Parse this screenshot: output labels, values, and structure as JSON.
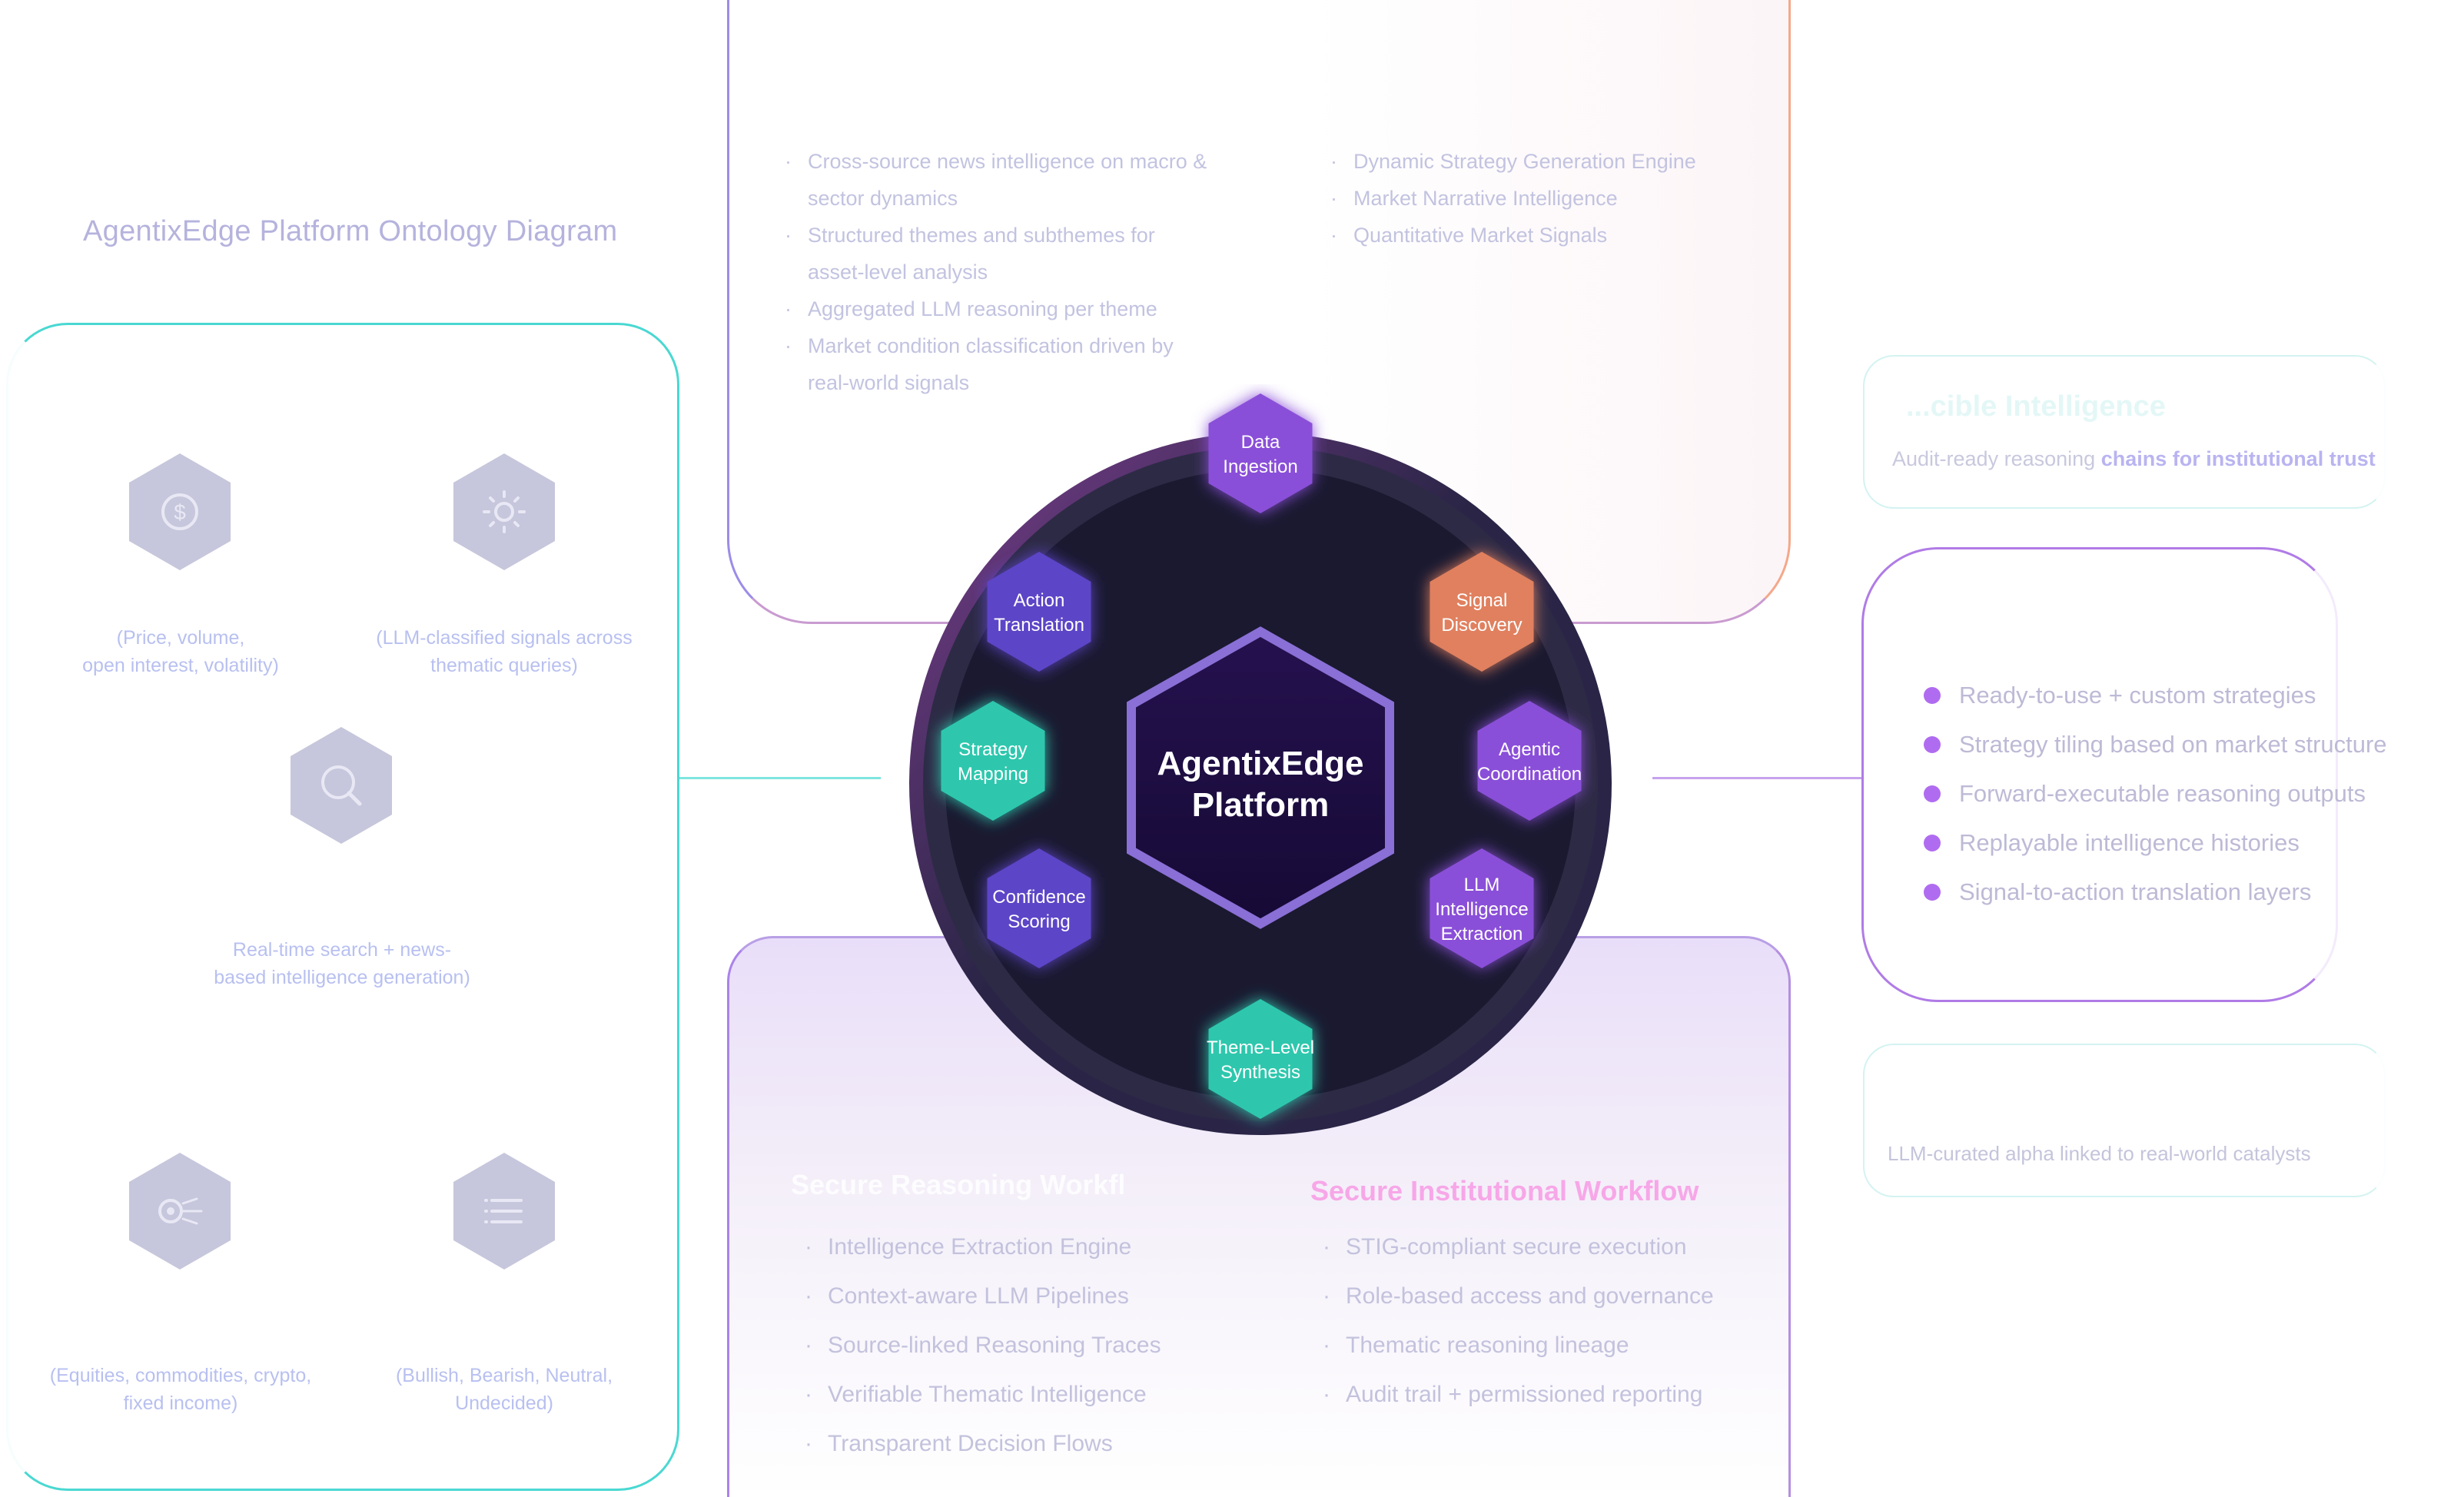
{
  "title": "AgentixEdge Platform Ontology Diagram",
  "left_panel": {
    "cards": [
      {
        "icon": "dollar-icon",
        "caption_lines": [
          "(Price, volume,",
          "open interest, volatility)"
        ]
      },
      {
        "icon": "sun-icon",
        "caption_lines": [
          "(LLM-classified signals across",
          "thematic queries)"
        ]
      },
      {
        "icon": "search-icon",
        "caption_lines": [
          "Real-time search + news-",
          "based intelligence generation)"
        ]
      },
      {
        "icon": "chip-icon",
        "caption_lines": [
          "(Equities, commodities, crypto,",
          "fixed income)"
        ]
      },
      {
        "icon": "list-icon",
        "caption_lines": [
          "(Bullish, Bearish, Neutral,",
          "Undecided)"
        ]
      }
    ]
  },
  "top_panel": {
    "left_items": [
      "Cross-source news intelligence on macro &",
      "sector dynamics",
      "Structured themes and subthemes for",
      "asset-level analysis",
      "Aggregated LLM reasoning per theme",
      "Market condition classification driven by",
      "real-world signals"
    ],
    "right_items": [
      "Dynamic Strategy Generation Engine",
      "Market Narrative Intelligence",
      "Quantitative Market Signals"
    ]
  },
  "center": {
    "title_line1": "AgentixEdge",
    "title_line2": "Platform",
    "nodes": [
      {
        "line1": "Data",
        "line2": "Ingestion",
        "color": "#8a4fd8"
      },
      {
        "line1": "Signal",
        "line2": "Discovery",
        "color": "#e0805e"
      },
      {
        "line1": "Agentic",
        "line2": "Coordination",
        "color": "#8a4fd8"
      },
      {
        "line1": "LLM",
        "line2": "Intelligence",
        "line3": "Extraction",
        "color": "#8a4fd8"
      },
      {
        "line1": "Theme-Level",
        "line2": "Synthesis",
        "color": "#2ec7ad"
      },
      {
        "line1": "Confidence",
        "line2": "Scoring",
        "color": "#5d44c7"
      },
      {
        "line1": "Strategy",
        "line2": "Mapping",
        "color": "#2ec7ad"
      },
      {
        "line1": "Action",
        "line2": "Translation",
        "color": "#5d44c7"
      }
    ]
  },
  "right_panels": {
    "panel1": {
      "heading": "...cible Intelligence",
      "subtitle_a": "Audit-ready reasoning",
      "subtitle_b": "chains for institutional trust"
    },
    "panel2": {
      "items": [
        "Ready-to-use + custom strategies",
        "Strategy tiling based on market structure",
        "Forward-executable reasoning outputs",
        "Replayable intelligence histories",
        "Signal-to-action translation layers"
      ]
    },
    "panel3": {
      "text": "LLM-curated alpha linked to real-world catalysts"
    }
  },
  "bottom_panel": {
    "left_heading": "Secure Reasoning Workfl",
    "left_items": [
      "Intelligence Extraction Engine",
      "Context-aware LLM Pipelines",
      "Source-linked Reasoning Traces",
      "Verifiable Thematic Intelligence",
      "Transparent Decision Flows"
    ],
    "right_heading": "Secure Institutional Workflow",
    "right_items": [
      "STIG-compliant secure execution",
      "Role-based access and governance",
      "Thematic reasoning lineage",
      "Audit trail + permissioned reporting"
    ]
  },
  "colors": {
    "teal": "#4ad8d2",
    "purple": "#8a4fd8",
    "orange": "#e0805e",
    "green": "#2ec7ad",
    "indigo": "#5d44c7",
    "dark_disc": "#1a1930",
    "pink_heading": "#f7a7e8"
  }
}
